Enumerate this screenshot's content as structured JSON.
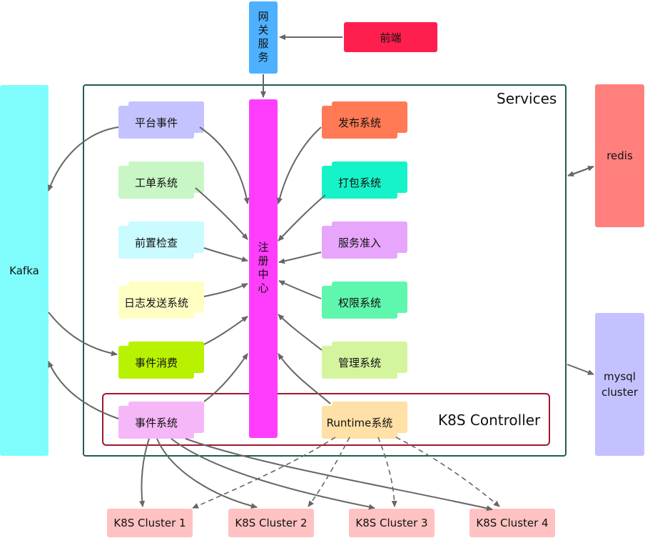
{
  "gateway": {
    "label": "网关服务"
  },
  "frontend": {
    "label": "前端"
  },
  "services": {
    "title": "Services"
  },
  "k8s_controller": {
    "title": "K8S Controller"
  },
  "kafka": {
    "label": "Kafka"
  },
  "redis": {
    "label": "redis"
  },
  "mysql": {
    "line1": "mysql",
    "line2": "cluster"
  },
  "registry": {
    "label": "注册中心"
  },
  "left_services": [
    {
      "label": "平台事件",
      "color": "#c4c3ff"
    },
    {
      "label": "工单系统",
      "color": "#c8f7c5"
    },
    {
      "label": "前置检查",
      "color": "#c9fbff"
    },
    {
      "label": "日志发送系统",
      "color": "#ffffc4"
    },
    {
      "label": "事件消费",
      "color": "#b9f200"
    }
  ],
  "right_services": [
    {
      "label": "发布系统",
      "color": "#ff7a55"
    },
    {
      "label": "打包系统",
      "color": "#17f3c8"
    },
    {
      "label": "服务准入",
      "color": "#e7a6fb"
    },
    {
      "label": "权限系统",
      "color": "#5ff7ad"
    },
    {
      "label": "管理系统",
      "color": "#d4f59e"
    }
  ],
  "controller_services": {
    "event_system": {
      "label": "事件系统",
      "color": "#f6b7f8"
    },
    "runtime_system": {
      "label": "Runtime系统",
      "color": "#ffe0a6"
    }
  },
  "clusters": [
    {
      "label": "K8S Cluster 1"
    },
    {
      "label": "K8S Cluster 2"
    },
    {
      "label": "K8S Cluster 3"
    },
    {
      "label": "K8S Cluster 4"
    }
  ]
}
